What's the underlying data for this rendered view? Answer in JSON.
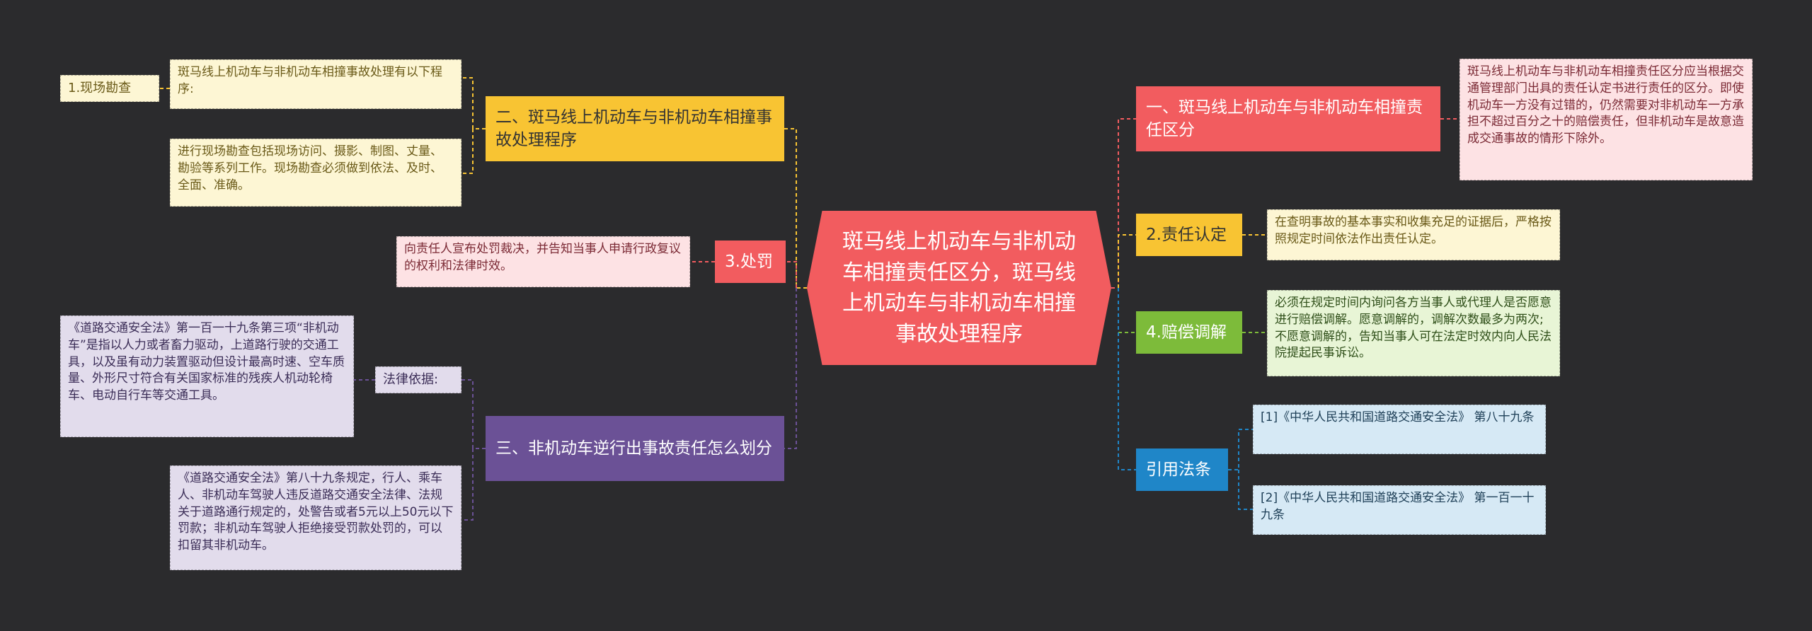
{
  "center_title": "斑马线上机动车与非机动车相撞责任区分，斑马线上机动车与非机动车相撞事故处理程序",
  "right": {
    "branch1": {
      "title": "一、斑马线上机动车与非机动车相撞责任区分",
      "detail": "斑马线上机动车与非机动车相撞责任区分应当根据交通管理部门出具的责任认定书进行责任的区分。即使机动车一方没有过错的，仍然需要对非机动车一方承担不超过百分之十的赔偿责任，但非机动车是故意造成交通事故的情形下除外。"
    },
    "branch2": {
      "title": "2.责任认定",
      "detail": "在查明事故的基本事实和收集充足的证据后，严格按照规定时间依法作出责任认定。"
    },
    "branch3": {
      "title": "4.赔偿调解",
      "detail": "必须在规定时间内询问各方当事人或代理人是否愿意进行赔偿调解。愿意调解的，调解次数最多为两次;不愿意调解的，告知当事人可在法定时效内向人民法院提起民事诉讼。"
    },
    "branch4": {
      "title": "引用法条",
      "items": [
        "[1]《中华人民共和国道路交通安全法》 第八十九条",
        "[2]《中华人民共和国道路交通安全法》 第一百一十九条"
      ]
    }
  },
  "left": {
    "branch1": {
      "title": "二、斑马线上机动车与非机动车相撞事故处理程序",
      "detail_a": "斑马线上机动车与非机动车相撞事故处理有以下程序:",
      "label_a": "1.现场勘查",
      "detail_b": "进行现场勘查包括现场访问、摄影、制图、丈量、勘验等系列工作。现场勘查必须做到依法、及时、全面、准确。"
    },
    "branch2": {
      "title": "3.处罚",
      "detail": "向责任人宣布处罚裁决，并告知当事人申请行政复议的权利和法律时效。"
    },
    "branch3": {
      "title": "三、非机动车逆行出事故责任怎么划分",
      "label_a": "法律依据:",
      "detail_a": "《道路交通安全法》第一百一十九条第三项“非机动车”是指以人力或者畜力驱动，上道路行驶的交通工具，以及虽有动力装置驱动但设计最高时速、空车质量、外形尺寸符合有关国家标准的残疾人机动轮椅车、电动自行车等交通工具。",
      "detail_b": "《道路交通安全法》第八十九条规定，行人、乘车人、非机动车驾驶人违反道路交通安全法律、法规关于道路通行规定的，处警告或者5元以上50元以下罚款；非机动车驾驶人拒绝接受罚款处罚的，可以扣留其非机动车。"
    }
  },
  "colors": {
    "background": "#2b2b2d",
    "red": "#f25c5f",
    "gold": "#f8c433",
    "purple": "#6b5196",
    "green": "#7dbb3a",
    "blue": "#1f86c8"
  }
}
